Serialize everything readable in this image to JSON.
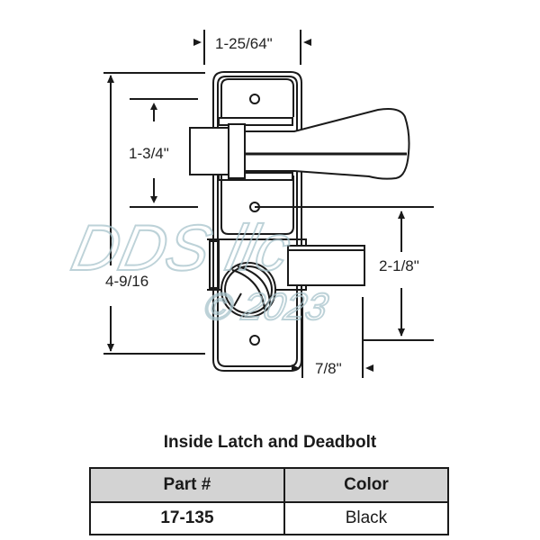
{
  "drawing": {
    "title": "Inside Latch and Deadbolt",
    "dimensions": {
      "plate_width": "1-25/64\"",
      "handle_hole_spacing": "1-3/4\"",
      "overall_height": "4-9/16",
      "hole_to_hole_lower": "2-1/8\"",
      "bolt_throw": "7/8\""
    },
    "watermark": {
      "line1": "DDS llc",
      "line2": "© 2023"
    },
    "line_color": "#1a1a1a",
    "watermark_color": "#a8c4cc"
  },
  "table": {
    "headers": [
      "Part #",
      "Color"
    ],
    "rows": [
      {
        "part": "17-135",
        "color": "Black"
      }
    ],
    "header_bg": "#d3d3d3"
  }
}
